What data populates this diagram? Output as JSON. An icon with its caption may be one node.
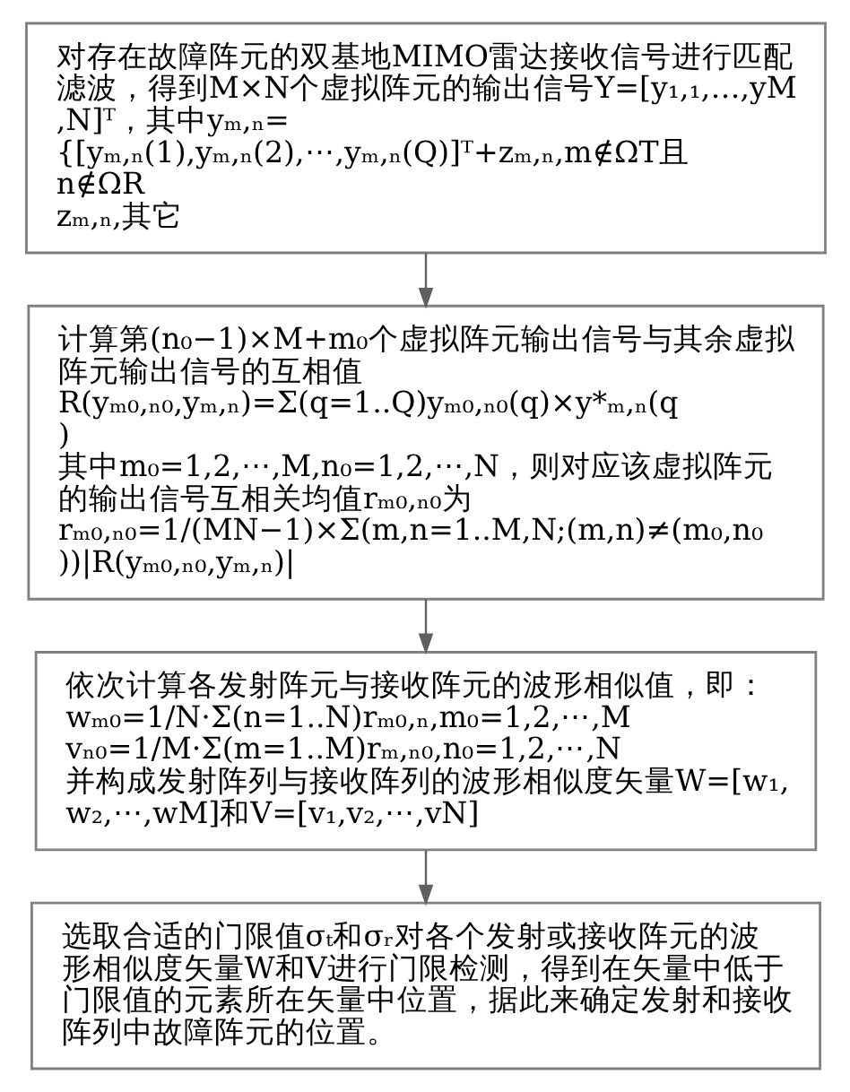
{
  "diagram": {
    "nodes": [
      {
        "text": [
          "对存在故障阵元的双基地MIMO雷达接收信号进行匹配滤波，得到M×N个虚拟阵元的输出信号Y=[y₁,₁,…,yM,N]ᵀ，其中yₘ,ₙ=",
          "{[yₘ,ₙ(1),yₘ,ₙ(2),⋯,yₘ,ₙ(Q)]ᵀ+zₘ,ₙ,m∉ΩT且n∉ΩR",
          "zₘ,ₙ,其它"
        ]
      },
      {
        "text": [
          "计算第(n₀−1)×M+m₀个虚拟阵元输出信号与其余虚拟阵元输出信号的互相值",
          "R(yₘ₀,ₙ₀,yₘ,ₙ)=Σ(q=1..Q)yₘ₀,ₙ₀(q)×y*ₘ,ₙ(q)",
          "其中m₀=1,2,⋯,M,n₀=1,2,⋯,N，则对应该虚拟阵元的输出信号互相关均值rₘ₀,ₙ₀为",
          "rₘ₀,ₙ₀=1/(MN−1)×Σ(m,n=1..M,N;(m,n)≠(m₀,n₀))|R(yₘ₀,ₙ₀,yₘ,ₙ)|"
        ]
      },
      {
        "text": [
          "依次计算各发射阵元与接收阵元的波形相似值，即：",
          "wₘ₀=1/N·Σ(n=1..N)rₘ₀,ₙ,m₀=1,2,⋯,M",
          "vₙ₀=1/M·Σ(m=1..M)rₘ,ₙ₀,n₀=1,2,⋯,N",
          "并构成发射阵列与接收阵列的波形相似度矢量W=[w₁,w₂,⋯,wM]和V=[v₁,v₂,⋯,vN]"
        ]
      },
      {
        "text": [
          "选取合适的门限值σₜ和σᵣ对各个发射或接收阵元的波形相似度矢量W和V进行门限检测，得到在矢量中低于门限值的元素所在矢量中位置，据此来确定发射和接收阵列中故障阵元的位置。"
        ]
      }
    ],
    "edges": [
      {
        "from": 0,
        "to": 1,
        "arrow": "to"
      },
      {
        "from": 1,
        "to": 2,
        "arrow": "to"
      },
      {
        "from": 2,
        "to": 3,
        "arrow": "to"
      }
    ]
  }
}
